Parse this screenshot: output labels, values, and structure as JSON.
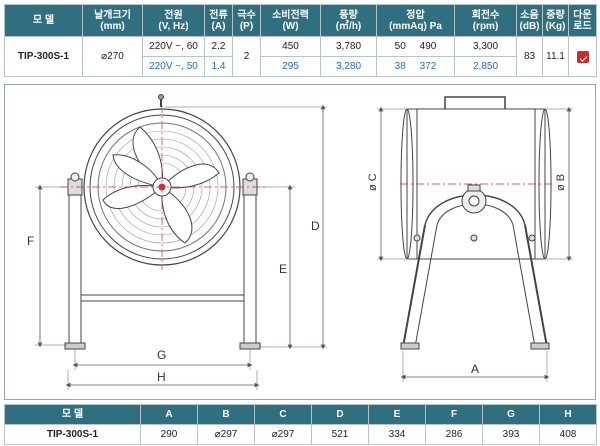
{
  "spec": {
    "headers": [
      {
        "l1": "모 델",
        "l2": ""
      },
      {
        "l1": "날개크기",
        "l2": "(mm)"
      },
      {
        "l1": "전원",
        "l2": "(V, Hz)"
      },
      {
        "l1": "전류",
        "l2": "(A)"
      },
      {
        "l1": "극수",
        "l2": "(P)"
      },
      {
        "l1": "소비전력",
        "l2": "(W)"
      },
      {
        "l1": "풍량",
        "l2": "(㎥/h)"
      },
      {
        "l1": "정압",
        "l2": "(mmAq)   Pa"
      },
      {
        "l1": "회전수",
        "l2": "(rpm)"
      },
      {
        "l1": "소음",
        "l2": "(dB)"
      },
      {
        "l1": "중량",
        "l2": "(Kg)"
      },
      {
        "l1": "다운",
        "l2": "로드"
      }
    ],
    "model": "TIP-300S-1",
    "blade": "⌀270",
    "poles": "2",
    "noise": "83",
    "weight": "11.1",
    "rows": [
      {
        "power": "220V ~, 60",
        "current": "2.2",
        "watt": "450",
        "airflow": "3,780",
        "mmaq": "50",
        "pa": "490",
        "rpm": "3,300"
      },
      {
        "power": "220V ~, 50",
        "current": "1.4",
        "watt": "295",
        "airflow": "3,280",
        "mmaq": "38",
        "pa": "372",
        "rpm": "2,850"
      }
    ],
    "download_icon": "download-icon"
  },
  "drawing": {
    "front_labels": {
      "F": "F",
      "E": "E",
      "D": "D",
      "G": "G",
      "H": "H"
    },
    "side_labels": {
      "C": "ø C",
      "B": "ø B",
      "A": "A"
    }
  },
  "dimensions": {
    "headers": [
      "모 델",
      "A",
      "B",
      "C",
      "D",
      "E",
      "F",
      "G",
      "H"
    ],
    "row": [
      "TIP-300S-1",
      "290",
      "⌀297",
      "⌀297",
      "521",
      "334",
      "286",
      "393",
      "408"
    ]
  },
  "colors": {
    "header_bg": "#2f6f80",
    "blue_text": "#2a6acb"
  }
}
